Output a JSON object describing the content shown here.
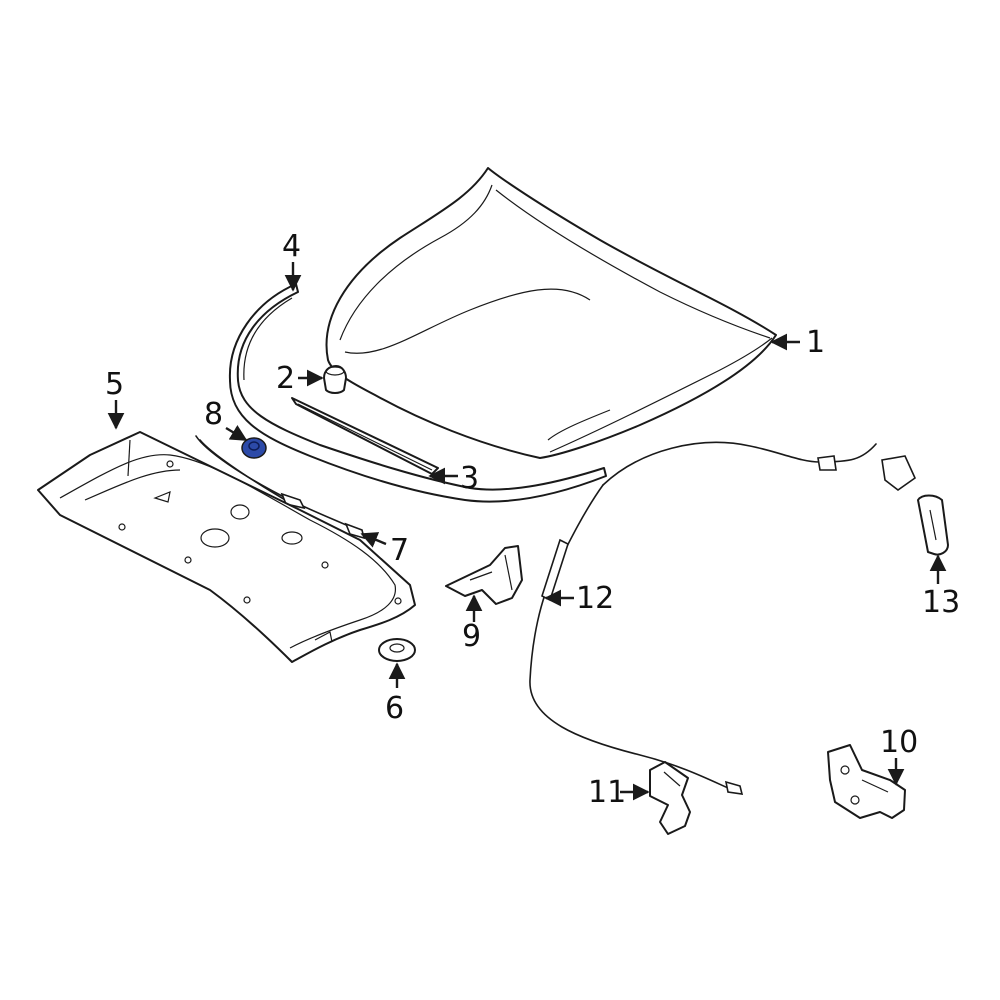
{
  "highlight_color": "#2c4aa8",
  "callouts": [
    {
      "id": "1",
      "label": "1"
    },
    {
      "id": "2",
      "label": "2"
    },
    {
      "id": "3",
      "label": "3"
    },
    {
      "id": "4",
      "label": "4"
    },
    {
      "id": "5",
      "label": "5"
    },
    {
      "id": "6",
      "label": "6"
    },
    {
      "id": "7",
      "label": "7"
    },
    {
      "id": "8",
      "label": "8",
      "highlighted": true
    },
    {
      "id": "9",
      "label": "9"
    },
    {
      "id": "10",
      "label": "10"
    },
    {
      "id": "11",
      "label": "11"
    },
    {
      "id": "12",
      "label": "12"
    },
    {
      "id": "13",
      "label": "13"
    }
  ]
}
